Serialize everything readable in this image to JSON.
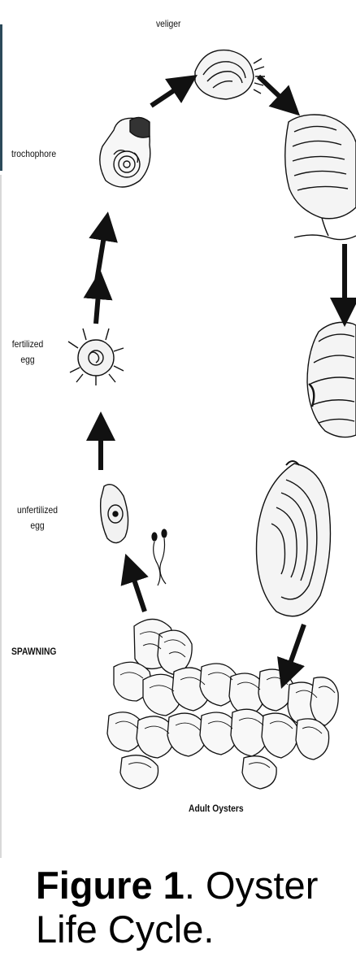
{
  "diagram": {
    "stages": {
      "veliger": "veliger",
      "trochophore": "trochophore",
      "fertilized_egg": [
        "fertilized",
        "egg"
      ],
      "unfertilized_egg": [
        "unfertilized",
        "egg"
      ],
      "spawning": "SPAWNING",
      "adult": "Adult Oysters"
    }
  },
  "caption": {
    "bold": "Figure 1",
    "rest_line1": ". Oyster",
    "rest_line2": "Life Cycle."
  }
}
